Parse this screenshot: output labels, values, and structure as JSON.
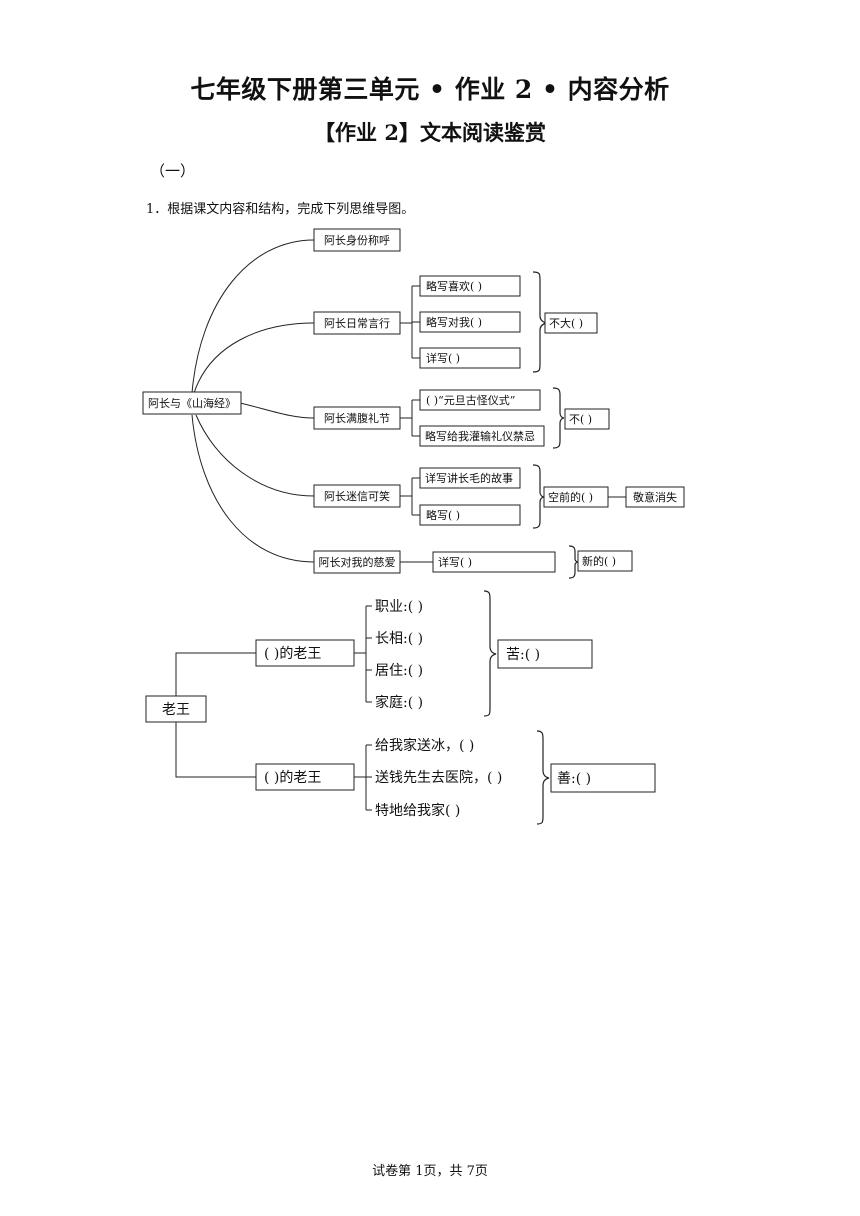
{
  "header": {
    "title": "七年级下册第三单元 • 作业 2 • 内容分析",
    "subtitle": "【作业 2】文本阅读鉴赏",
    "section": "（一）",
    "question": "1．根据课文内容和结构，完成下列思维导图。"
  },
  "map1": {
    "root": "阿长与《山海经》",
    "b1": "阿长身份称呼",
    "b2": {
      "label": "阿长日常言行",
      "items": [
        "略写喜欢(          )",
        "略写对我(          )",
        "详写(               )"
      ],
      "result": "不大(    )"
    },
    "b3": {
      "label": "阿长满腹礼节",
      "items": [
        "(    )“元旦古怪仪式”",
        "略写给我灌输礼仪禁忌"
      ],
      "result": "不(    )"
    },
    "b4": {
      "label": "阿长迷信可笑",
      "items": [
        "详写讲长毛的故事",
        "略写(               )"
      ],
      "result": "空前的(    )",
      "result2": "敬意消失"
    },
    "b5": {
      "label": "阿长对我的慈爱",
      "item": "详写(                              )",
      "result": "新的(    )"
    }
  },
  "map2": {
    "root": "老王",
    "top": {
      "label": "(      )的老王",
      "items": [
        "职业:(            )",
        "长相:(            )",
        "居住:(            )",
        "家庭:(            )"
      ],
      "result": "苦:(            )"
    },
    "bottom": {
      "label": "(      )的老王",
      "items": [
        "给我家送冰，(            )",
        "送钱先生去医院，(          )",
        "特地给我家(                 )"
      ],
      "result": "善:(                 )"
    }
  },
  "footer": "试卷第 1页，共 7页"
}
